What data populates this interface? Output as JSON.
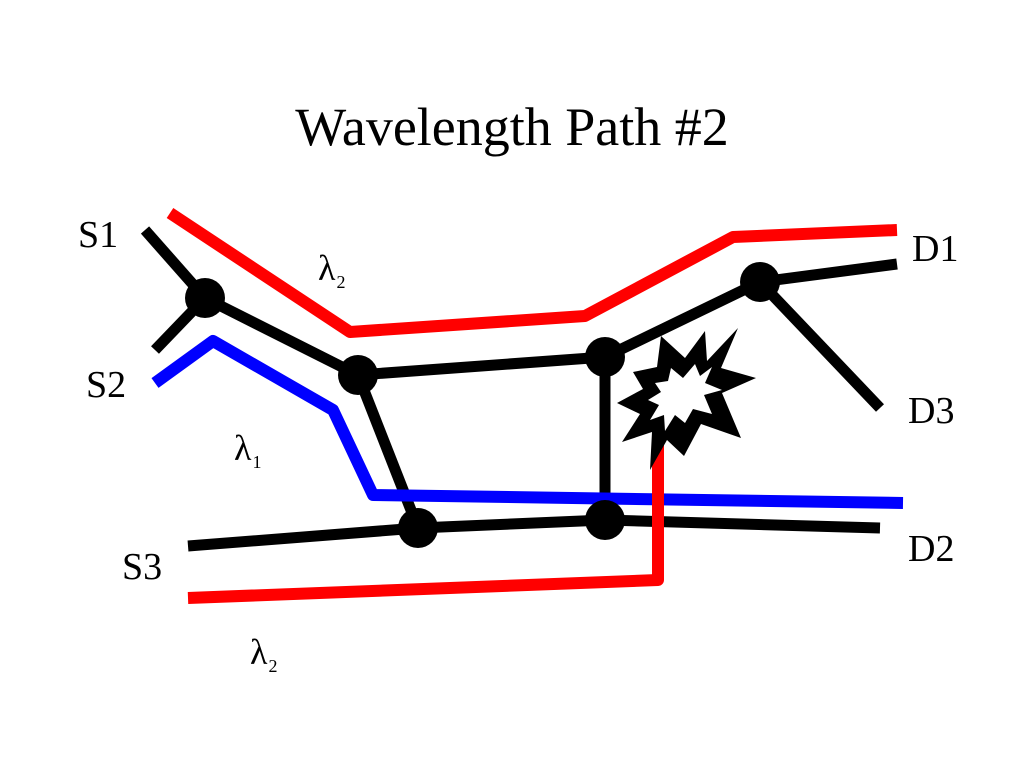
{
  "slide": {
    "title": "Wavelength Path #2"
  },
  "labels": {
    "s1": "S1",
    "s2": "S2",
    "s3": "S3",
    "d1": "D1",
    "d2": "D2",
    "d3": "D3"
  },
  "wavelengths": {
    "top_red": {
      "symbol": "λ",
      "subscript": "2"
    },
    "blue": {
      "symbol": "λ",
      "subscript": "1"
    },
    "bottom_red": {
      "symbol": "λ",
      "subscript": "2"
    }
  },
  "colors": {
    "fiber": "#000000",
    "path_red": "#ff0000",
    "path_blue": "#0000ff",
    "fault": "#000000",
    "fault_fill": "#ffffff"
  },
  "icons": {
    "fault": "fault-burst-icon"
  }
}
